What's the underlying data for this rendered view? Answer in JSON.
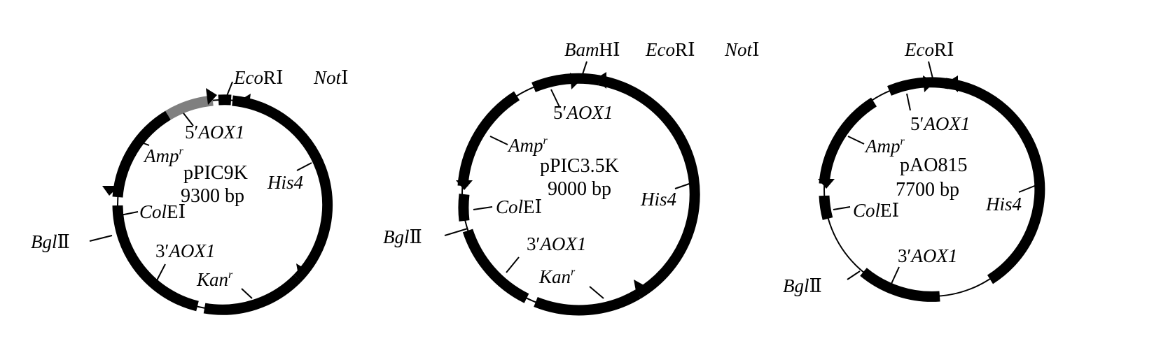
{
  "colors": {
    "ink": "#000000",
    "gray_segment": "#7f7f7f",
    "background": "#ffffff"
  },
  "diagrams": [
    {
      "id": "pPIC9K",
      "name": "pPIC9K",
      "size": "9300 bp",
      "labels": {
        "ecori": {
          "it": "Eco",
          "rm": "RⅠ"
        },
        "noti": {
          "it": "Not",
          "rm": "Ⅰ"
        },
        "aox5": {
          "rm": "5′",
          "it": "AOX1"
        },
        "amp": {
          "it": "Amp",
          "sup": "r"
        },
        "his4": {
          "it": "His4"
        },
        "cole1": {
          "it": "Col",
          "rm": "EⅠ"
        },
        "bglii": {
          "it": "Bgl",
          "rm": "Ⅱ"
        },
        "aox3": {
          "rm": "3′",
          "it": "AOX1"
        },
        "kan": {
          "it": "Kan",
          "sup": "r"
        }
      }
    },
    {
      "id": "pPIC35K",
      "name": "pPIC3.5K",
      "size": "9000 bp",
      "labels": {
        "bamhi": {
          "it": "Bam",
          "rm": "HⅠ"
        },
        "ecori": {
          "it": "Eco",
          "rm": "RⅠ"
        },
        "noti": {
          "it": "Not",
          "rm": "Ⅰ"
        },
        "aox5": {
          "rm": "5′",
          "it": "AOX1"
        },
        "amp": {
          "it": "Amp",
          "sup": "r"
        },
        "his4": {
          "it": "His4"
        },
        "cole1": {
          "it": "Col",
          "rm": "EⅠ"
        },
        "bglii": {
          "it": "Bgl",
          "rm": "Ⅱ"
        },
        "aox3": {
          "rm": "3′",
          "it": "AOX1"
        },
        "kan": {
          "it": "Kan",
          "sup": "r"
        }
      }
    },
    {
      "id": "pAO815",
      "name": "pAO815",
      "size": "7700 bp",
      "labels": {
        "ecori": {
          "it": "Eco",
          "rm": "RⅠ"
        },
        "aox5": {
          "rm": "5′",
          "it": "AOX1"
        },
        "amp": {
          "it": "Amp",
          "sup": "r"
        },
        "his4": {
          "it": "His4"
        },
        "cole1": {
          "it": "Col",
          "rm": "EⅠ"
        },
        "bglii": {
          "it": "Bgl",
          "rm": "Ⅱ"
        },
        "aox3": {
          "rm": "3′",
          "it": "AOX1"
        }
      }
    }
  ]
}
